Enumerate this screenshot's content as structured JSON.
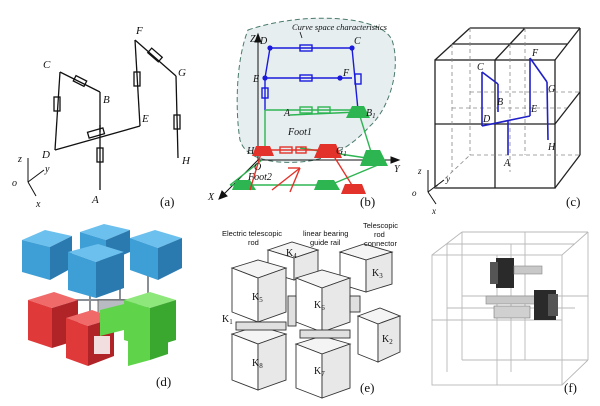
{
  "panel_a": {
    "caption": "(a)",
    "points": {
      "C": "C",
      "B": "B",
      "F": "F",
      "G": "G",
      "E": "E",
      "D": "D",
      "H": "H",
      "A": "A"
    },
    "axes": {
      "z": "z",
      "y": "y",
      "o": "o",
      "x": "x"
    }
  },
  "panel_b": {
    "caption": "(b)",
    "title": "Curve space characteristics",
    "points": {
      "D": "D",
      "C": "C",
      "E": "E",
      "F": "F",
      "A": "A",
      "B1": "B",
      "B1_sub": "1",
      "H": "H",
      "O": "O",
      "G1": "G",
      "G1_sub": "1"
    },
    "axes": {
      "Z": "Z",
      "Y": "Y",
      "X": "X"
    },
    "foot1": "Foot1",
    "foot2": "Foot2",
    "colors": {
      "blue": "#1a1adc",
      "green": "#2db552",
      "red": "#e3322a",
      "region": "#e6eef0"
    }
  },
  "panel_c": {
    "caption": "(c)",
    "points": {
      "C": "C",
      "F": "F",
      "B": "B",
      "E": "E",
      "G": "G",
      "D": "D",
      "A": "A",
      "H": "H"
    },
    "axes": {
      "z": "z",
      "y": "y",
      "o": "o",
      "x": "x"
    }
  },
  "panel_d": {
    "caption": "(d)",
    "colors": {
      "blue": "#3e9fd6",
      "red": "#e0393a",
      "green": "#5fd44a",
      "grey": "#8a8f96"
    }
  },
  "panel_e": {
    "caption": "(e)",
    "labels": {
      "electric_rod_1": "Electric telescopic",
      "electric_rod_2": "rod",
      "bearing_1": "linear bearing",
      "bearing_2": "guide rail",
      "telescopic_1": "Telescopic",
      "telescopic_2": "rod",
      "telescopic_3": "connector"
    },
    "modules": {
      "K1": "K",
      "K1_sub": "1",
      "K2": "K",
      "K2_sub": "2",
      "K3": "K",
      "K3_sub": "3",
      "K4": "K",
      "K4_sub": "4",
      "K5": "K",
      "K5_sub": "5",
      "K6": "K",
      "K6_sub": "6",
      "K7": "K",
      "K7_sub": "7",
      "K8": "K",
      "K8_sub": "8"
    }
  },
  "panel_f": {
    "caption": "(f)"
  }
}
